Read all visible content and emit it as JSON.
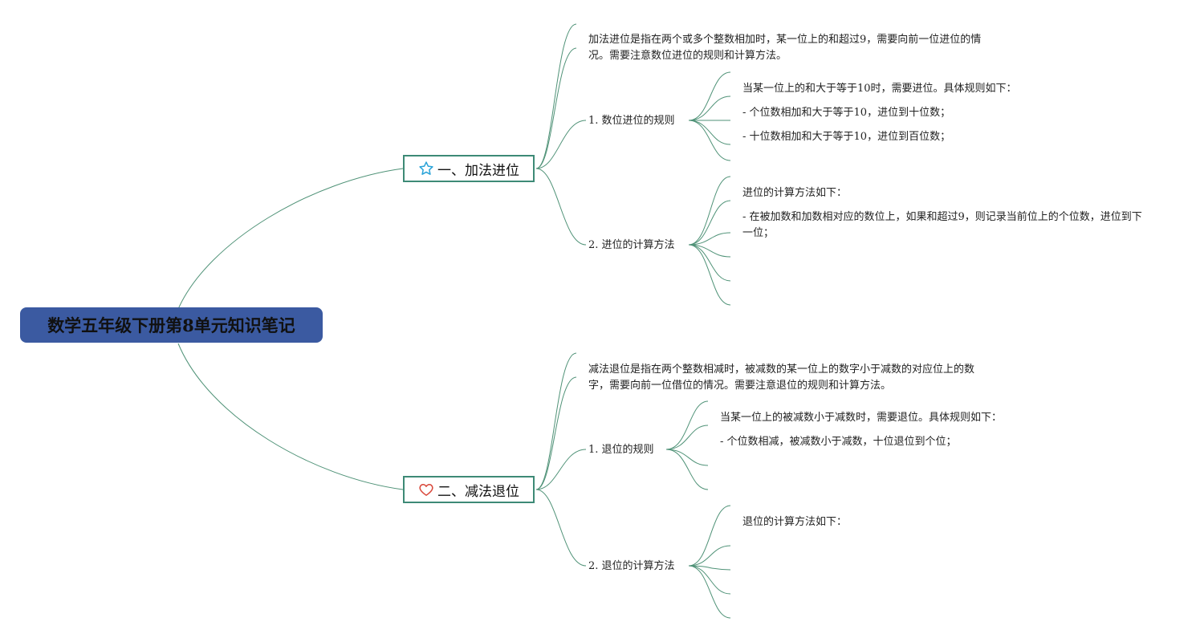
{
  "root": {
    "title": "数学五年级下册第8单元知识笔记"
  },
  "branches": [
    {
      "label": "一、加法进位",
      "icon": "star-icon",
      "intro": "加法进位是指在两个或多个整数相加时，某一位上的和超过9，需要向前一位进位的情况。需要注意数位进位的规则和计算方法。",
      "sub1": {
        "label": "1. 数位进位的规则",
        "items": [
          "当某一位上的和大于等于10时，需要进位。具体规则如下：",
          "- 个位数相加和大于等于10，进位到十位数；",
          "- 十位数相加和大于等于10，进位到百位数；"
        ]
      },
      "sub2": {
        "label": "2. 进位的计算方法",
        "items": [
          "进位的计算方法如下：",
          "- 在被加数和加数相对应的数位上，如果和超过9，则记录当前位上的个位数，进位到下一位；"
        ]
      }
    },
    {
      "label": "二、减法退位",
      "icon": "heart-icon",
      "intro": "减法退位是指在两个整数相减时，被减数的某一位上的数字小于减数的对应位上的数字，需要向前一位借位的情况。需要注意退位的规则和计算方法。",
      "sub1": {
        "label": "1. 退位的规则",
        "items": [
          "当某一位上的被减数小于减数时，需要退位。具体规则如下：",
          "- 个位数相减，被减数小于减数，十位退位到个位；"
        ]
      },
      "sub2": {
        "label": "2. 退位的计算方法",
        "items": [
          "退位的计算方法如下："
        ]
      }
    }
  ],
  "colors": {
    "root_bg": "#3b5aa1",
    "line": "#4f9277",
    "branch_border": "#3d8a76",
    "star": "#2aa3d8",
    "heart": "#d9483b"
  }
}
